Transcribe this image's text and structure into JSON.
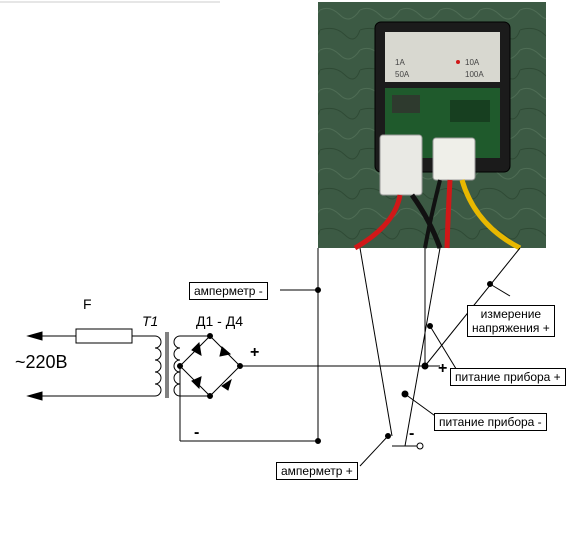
{
  "source": {
    "label": "~220В"
  },
  "fuse": {
    "label": "F"
  },
  "transformer": {
    "label": "Т1"
  },
  "bridge": {
    "label": "Д1 - Д4"
  },
  "signs": {
    "bridge_plus": "+",
    "bridge_minus": "-",
    "meter_plus": "+",
    "meter_minus": "-"
  },
  "callouts": {
    "ammeter_minus": "амперметр -",
    "ammeter_plus": "амперметр +",
    "voltage_line1": "измерение",
    "voltage_line2": "напряжения +",
    "power_plus": "питание прибора +",
    "power_minus": "питание прибора -"
  },
  "photo": {
    "meter_face_text_1": "1A",
    "meter_face_text_2": "10A",
    "meter_face_text_3": "50A",
    "meter_face_text_4": "100A"
  },
  "colors": {
    "wire": "#000000",
    "photo_background": "#2f4a36",
    "wire_red": "#d01818",
    "wire_yellow": "#e8b800",
    "wire_black": "#111111"
  }
}
